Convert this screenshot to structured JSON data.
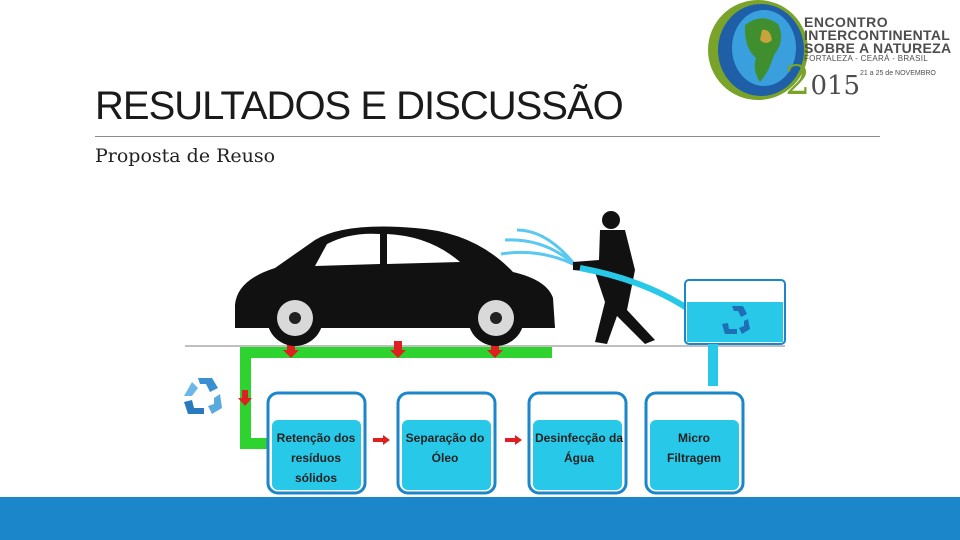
{
  "slide": {
    "title": "RESULTADOS E DISCUSSÃO",
    "subtitle": "Proposta de Reuso"
  },
  "logo": {
    "line1": "ENCONTRO",
    "line2": "INTERCONTINENTAL",
    "line3": "SOBRE A NATUREZA",
    "line4": "FORTALEZA - CEARÁ - BRASIL",
    "year_two": "2",
    "year_rest": "015",
    "dates": "21 a 25 de NOVEMBRO"
  },
  "diagram": {
    "boxes": [
      {
        "label": "Retenção dos resíduos sólidos"
      },
      {
        "label": "Separação do Óleo"
      },
      {
        "label": "Desinfecção da Água"
      },
      {
        "label": "Micro Filtragem"
      }
    ]
  },
  "colors": {
    "accent_blue": "#1b86c9",
    "pipe_green": "#2fd32f",
    "tank_blue": "#28c9e8",
    "arrow_red": "#e02020"
  }
}
